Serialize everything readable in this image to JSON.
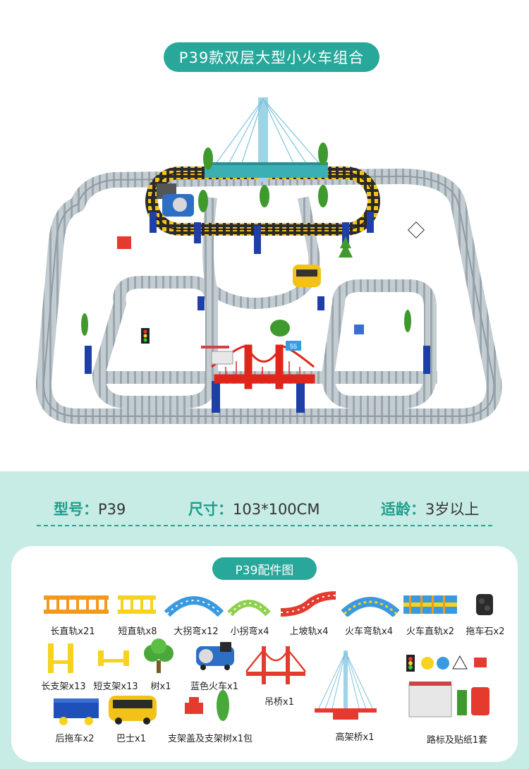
{
  "header": {
    "title": "P39款双层大型小火车组合"
  },
  "scene": {
    "sign_number": "55"
  },
  "specs": {
    "model_key": "型号：",
    "model_val": "P39",
    "size_key": "尺寸：",
    "size_val": "103*100CM",
    "age_key": "适龄：",
    "age_val": "3岁以上"
  },
  "parts_section": {
    "title": "P39配件图",
    "labels": {
      "long_track": "长直轨x21",
      "short_track": "短直轨x8",
      "big_curve": "大拐弯x12",
      "small_curve": "小拐弯x4",
      "slope": "上坡轨x4",
      "train_curve": "火车弯轨x4",
      "train_straight": "火车直轨x2",
      "tow_stone": "拖车石x2",
      "long_support": "长支架x13",
      "short_support": "短支架x13",
      "tree": "树x1",
      "blue_train": "蓝色火车x1",
      "suspension_bridge": "吊桥x1",
      "high_bridge": "高架桥x1",
      "signs": "路标及贴纸1套",
      "rear_wagon": "后拖车x2",
      "bus": "巴士x1",
      "caps": "支架盖及支架树x1包"
    }
  },
  "colors": {
    "teal": "#27a89a",
    "mint_bg": "#c6ece5",
    "track_gray": "#b9c3c8",
    "orange": "#f39a1c",
    "yellow": "#f7d21e",
    "blue": "#3a9ae0",
    "green": "#8fd14f",
    "red": "#e53b2e"
  }
}
